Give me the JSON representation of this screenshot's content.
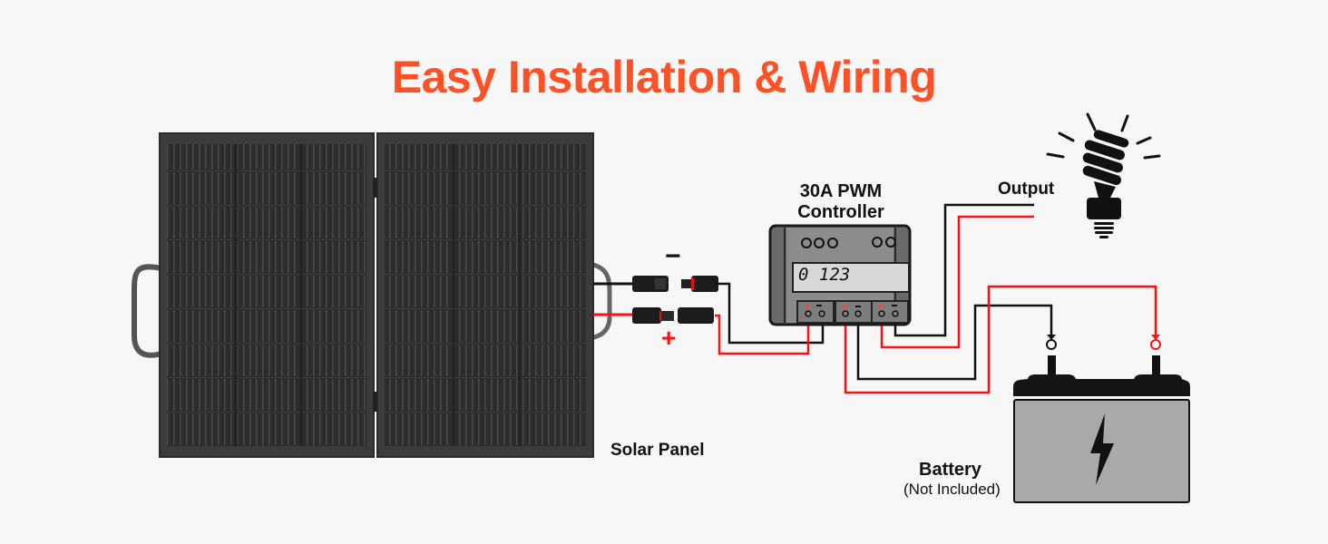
{
  "title": "Easy Installation & Wiring",
  "colors": {
    "accent": "#ff5126",
    "wire_positive": "#ff1010",
    "wire_negative": "#111111"
  },
  "controller": {
    "label_line1": "30A PWM",
    "label_line2": "Controller",
    "display_value": "0 123",
    "terminal_groups": [
      {
        "name": "solar",
        "positive": "+",
        "negative": "−"
      },
      {
        "name": "battery",
        "positive": "+",
        "negative": "−"
      },
      {
        "name": "load",
        "positive": "+",
        "negative": "−"
      }
    ]
  },
  "solar_panel": {
    "label": "Solar Panel"
  },
  "connectors": {
    "negative_sign": "−",
    "positive_sign": "+"
  },
  "output": {
    "label": "Output",
    "icon": "light-bulb-icon"
  },
  "battery": {
    "label": "Battery",
    "note": "(Not Included)",
    "icon": "lightning-bolt-icon"
  }
}
